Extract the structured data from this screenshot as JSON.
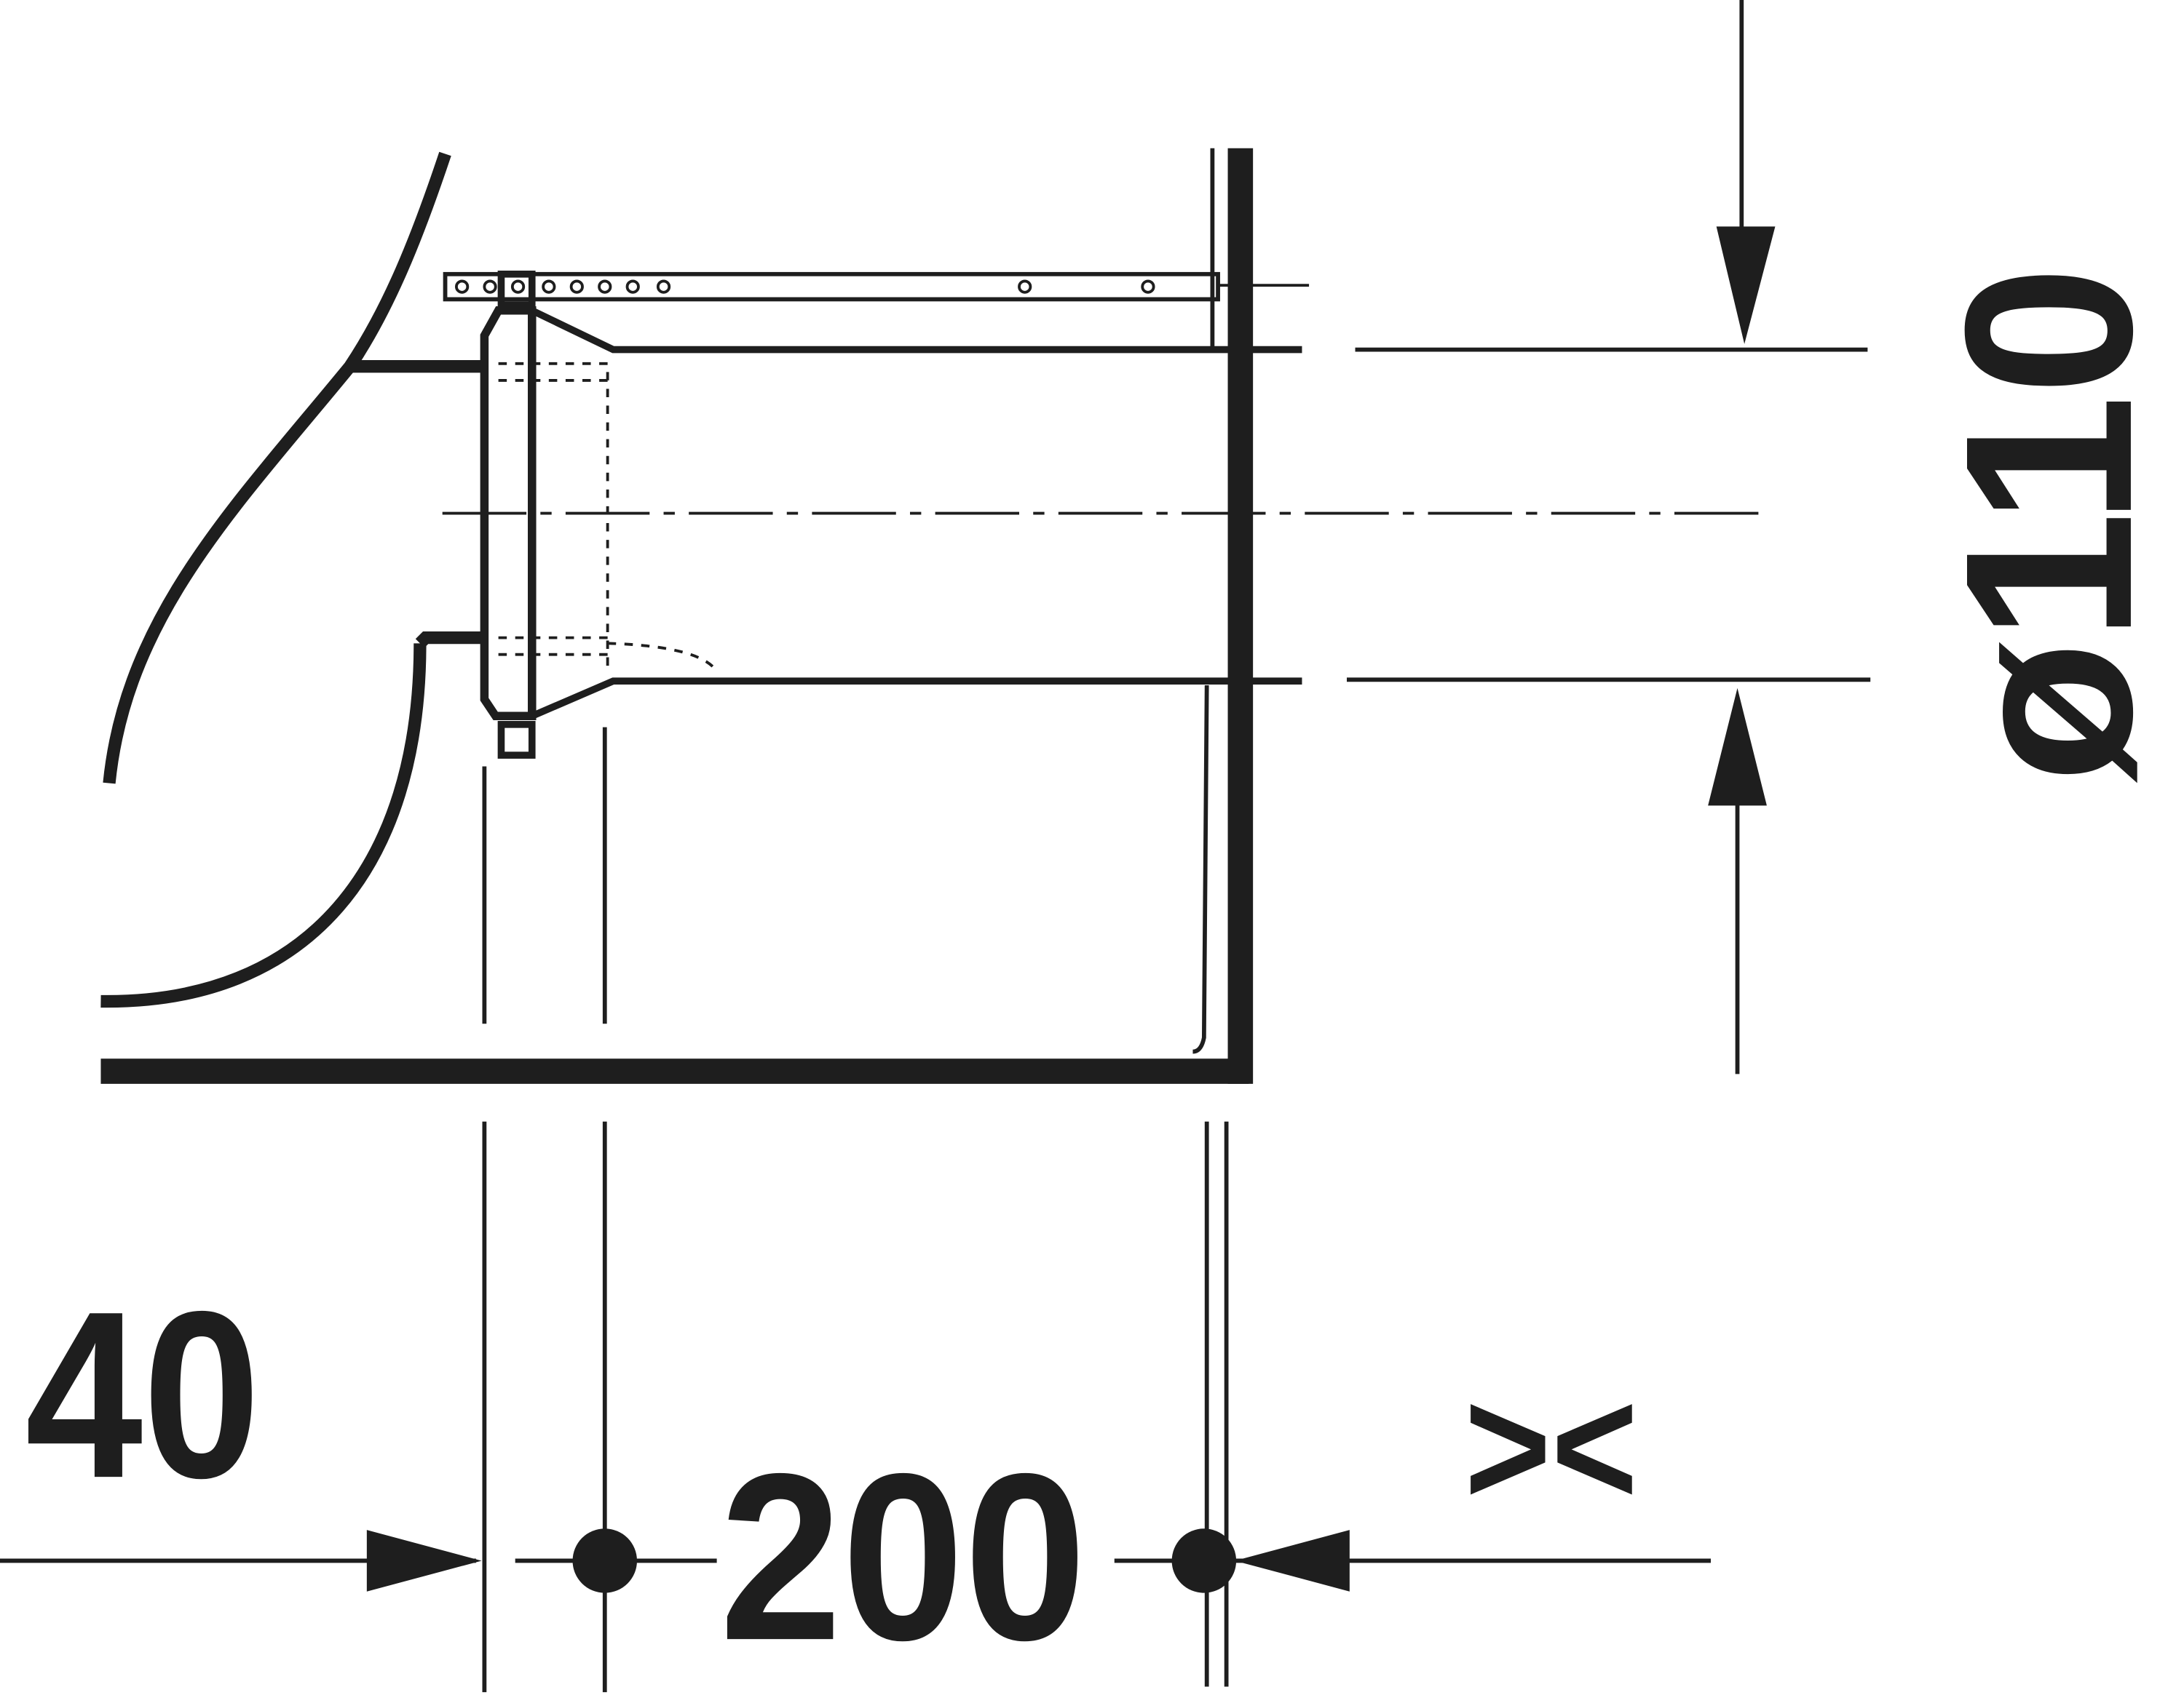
{
  "diagram": {
    "type": "technical-dimension-drawing",
    "subject": "toilet outlet connector side section",
    "ink_color": "#1e1e1e",
    "background": "#ffffff"
  },
  "dimensions": {
    "diameter_label": "ø110",
    "left_offset_label": "40",
    "connector_length_label": "200",
    "adjustable_symbol": "><"
  }
}
